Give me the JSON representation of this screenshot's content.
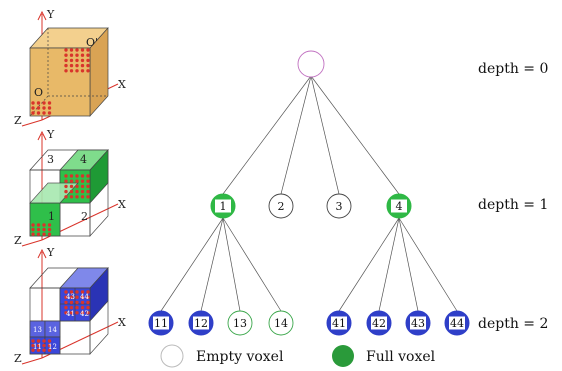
{
  "axes": {
    "x": "X",
    "y": "Y",
    "z": "Z"
  },
  "origin_labels": {
    "o": "O",
    "o_prime": "O'"
  },
  "octant_labels": [
    "3",
    "4",
    "1",
    "2"
  ],
  "sub_octant_labels": [
    "43",
    "44",
    "41",
    "42",
    "13",
    "14",
    "11",
    "12"
  ],
  "depth_labels": [
    "depth = 0",
    "depth = 1",
    "depth = 2"
  ],
  "colors": {
    "empty_stroke_root": "#c070c0",
    "empty_stroke_l1": "#444444",
    "empty_stroke_l2": "#3aa64a",
    "full_l1": "#2fb845",
    "full_l2": "#2f3fc8",
    "cube0": "#e8b968",
    "cube1": "#2fbf4a",
    "cube2": "#3b47d9",
    "dots": "#d9342b"
  },
  "tree": {
    "root": {
      "label": "",
      "state": "empty"
    },
    "level1": [
      {
        "label": "1",
        "state": "full"
      },
      {
        "label": "2",
        "state": "empty"
      },
      {
        "label": "3",
        "state": "empty"
      },
      {
        "label": "4",
        "state": "full"
      }
    ],
    "level2": [
      {
        "label": "11",
        "state": "full",
        "parent": 0
      },
      {
        "label": "12",
        "state": "full",
        "parent": 0
      },
      {
        "label": "13",
        "state": "empty",
        "parent": 0
      },
      {
        "label": "14",
        "state": "empty",
        "parent": 0
      },
      {
        "label": "41",
        "state": "full",
        "parent": 3
      },
      {
        "label": "42",
        "state": "full",
        "parent": 3
      },
      {
        "label": "43",
        "state": "full",
        "parent": 3
      },
      {
        "label": "44",
        "state": "full",
        "parent": 3
      }
    ]
  },
  "legend": {
    "empty_label": "Empty voxel",
    "full_label": "Full voxel",
    "full_color": "#2a9a3a"
  }
}
